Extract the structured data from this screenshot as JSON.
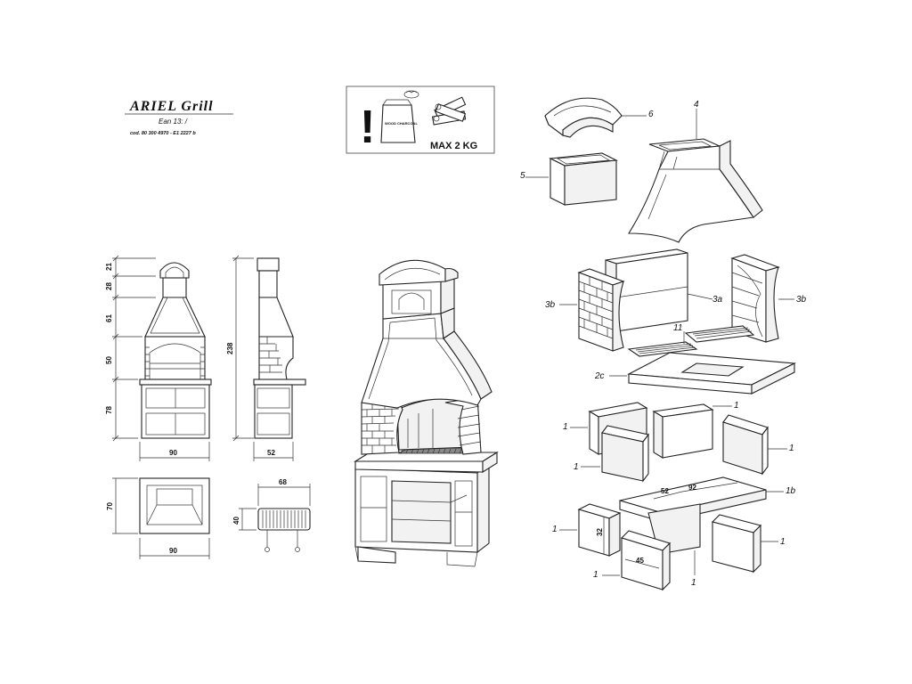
{
  "product": {
    "name": "ARIEL  Grill",
    "ean": "Ean 13: /",
    "code": "cod. 80 300 4970 - E1 2227 b"
  },
  "warning": {
    "symbol": "!",
    "bag_text": "WOOD CHARCOAL",
    "max_load": "MAX 2 KG"
  },
  "front_view": {
    "heights": [
      "21",
      "28",
      "61",
      "50",
      "78"
    ],
    "width": "90"
  },
  "side_view": {
    "total_height": "238",
    "depth": "52"
  },
  "top_view": {
    "depth": "70",
    "width": "90"
  },
  "grill_rack": {
    "width": "68",
    "height": "40"
  },
  "parts": {
    "p6": "6",
    "p4": "4",
    "p5": "5",
    "p3b_left": "3b",
    "p3a": "3a",
    "p3b_right": "3b",
    "p11": "11",
    "p2c": "2c",
    "p1_a": "1",
    "p1_b": "1",
    "p1_c": "1",
    "p1_d": "1",
    "p1b": "1b",
    "p1_e": "1",
    "p1_f": "1",
    "p1_g": "1",
    "p1_h": "1"
  },
  "base_dimensions": {
    "d52": "52",
    "d92": "92",
    "d32": "32",
    "d45": "45"
  }
}
